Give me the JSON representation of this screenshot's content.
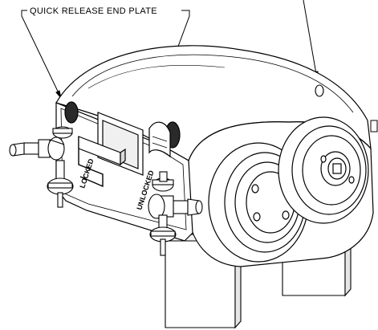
{
  "callouts": {
    "end_plate_label": "QUICK RELEASE END PLATE"
  },
  "plate_markings": {
    "left": "LOCKED",
    "right": "UNLOCKED"
  },
  "colors": {
    "line": "#000000",
    "body_fill": "#ffffff",
    "shade": "#e6e6e6",
    "dark_shade": "#2a2a2a"
  }
}
